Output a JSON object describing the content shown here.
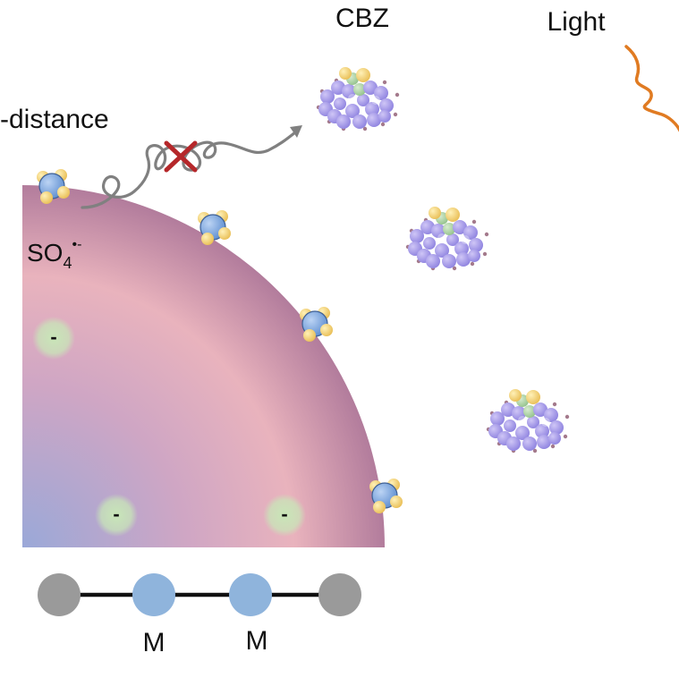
{
  "labels": {
    "cbz": "CBZ",
    "light": "Light",
    "distance": "-distance",
    "radical_base": "SO",
    "radical_sub": "4",
    "radical_sup": "•-",
    "metal_left": "M",
    "metal_right": "M"
  },
  "surface_charges": [
    "-",
    "-",
    "-"
  ],
  "colors": {
    "particle_edge": "#b07a9a",
    "particle_center": "#9aa8d8",
    "particle_mid": "#e8b0bc",
    "charge_glow": "#c8e6b8",
    "sulfate_core": "#6f9fd8",
    "sulfate_ox": "#f4d27a",
    "cbz_ring": "#a89be8",
    "cbz_accent": "#a9cfa0",
    "cbz_o": "#f6cf6a",
    "light_wave": "#e07b22",
    "diffusion_path": "#808080",
    "block_mark": "#b5272a",
    "chain_end": "#9a9a9a",
    "chain_metal": "#8fb4dc",
    "chain_bond": "#111111"
  },
  "icons": [
    "block-x-icon",
    "arrowhead-icon"
  ]
}
